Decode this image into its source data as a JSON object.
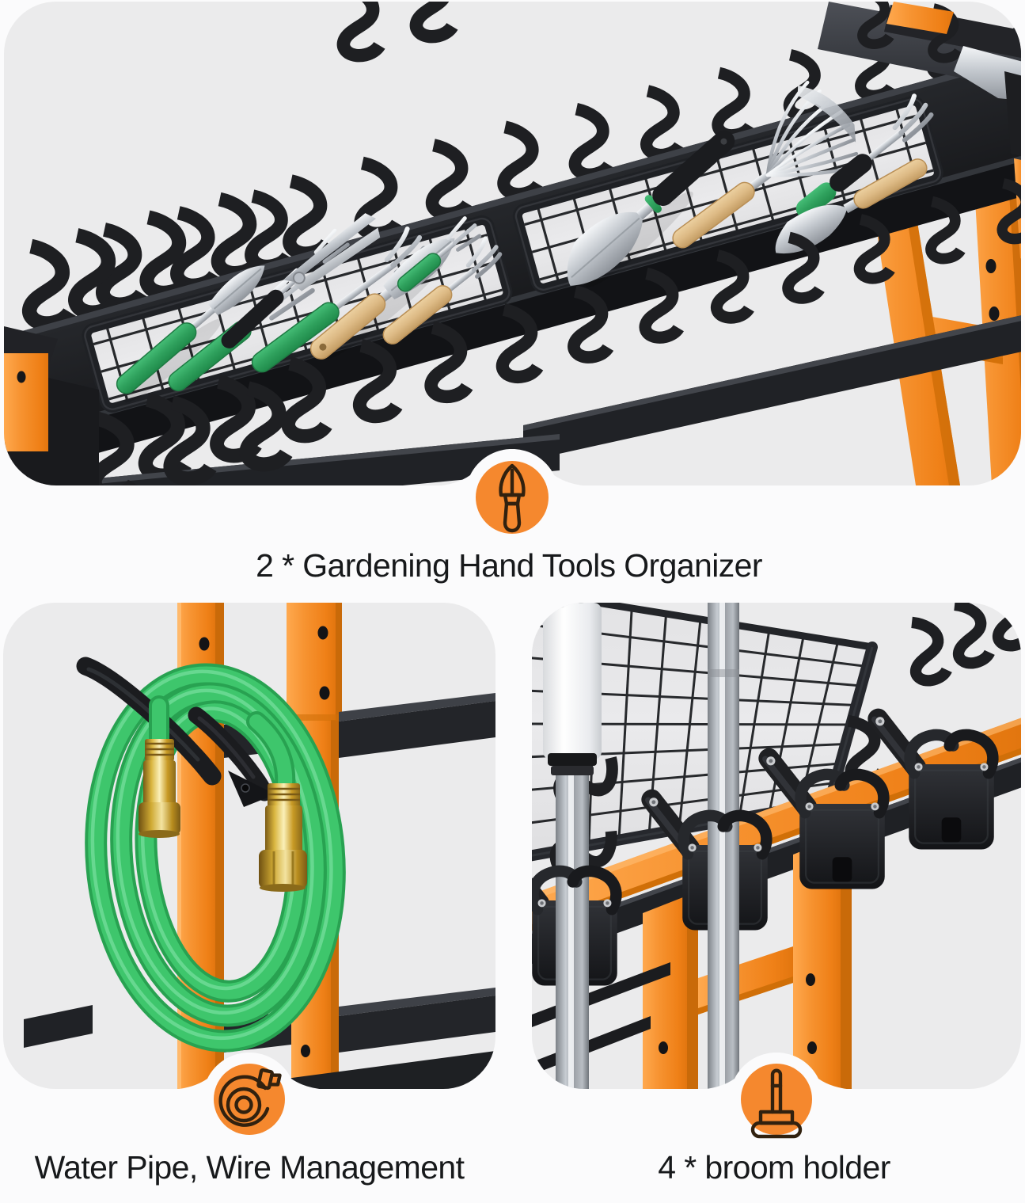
{
  "page": {
    "background": "#fbfbfc"
  },
  "colors": {
    "panel": "#ebebec",
    "accent_orange": "#f5882e",
    "caption_text": "#17191b",
    "frame_orange": "#f6953b",
    "metal_black": "#1e2023",
    "hose_green": "#3ec66c",
    "brass": "#d9b53f",
    "steel": "#c9cdd2",
    "wood": "#ddba85",
    "handle_green": "#2fa15d"
  },
  "sections": {
    "tools_organizer": {
      "caption": "2 * Gardening Hand Tools Organizer",
      "icon": "trowel-icon"
    },
    "water_pipe": {
      "caption": "Water Pipe, Wire Management",
      "icon": "hose-reel-icon"
    },
    "broom_holder": {
      "caption": "4 * broom holder",
      "icon": "broom-holder-icon"
    }
  }
}
